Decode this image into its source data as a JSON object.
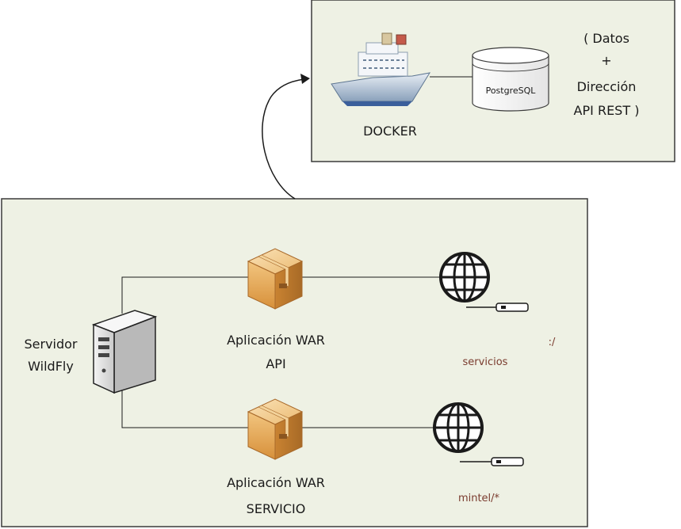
{
  "docker_box": {
    "docker_label": "DOCKER",
    "db_label": "PostgreSQL",
    "note_lines": [
      "( Datos",
      "+",
      "Dirección",
      "API REST )"
    ]
  },
  "server_box": {
    "server_label_lines": [
      "Servidor",
      "WildFly"
    ],
    "war_api_lines": [
      "Aplicación WAR",
      "API"
    ],
    "war_servicio_lines": [
      "Aplicación WAR",
      "SERVICIO"
    ],
    "url_api_suffix": ":/",
    "url_api": "servicios",
    "url_servicio": "mintel/*"
  },
  "colors": {
    "box_fill": "#eef1e4",
    "box_stroke": "#3a3a3a",
    "url_text": "#7a3b2e",
    "package": "#e2a957"
  }
}
